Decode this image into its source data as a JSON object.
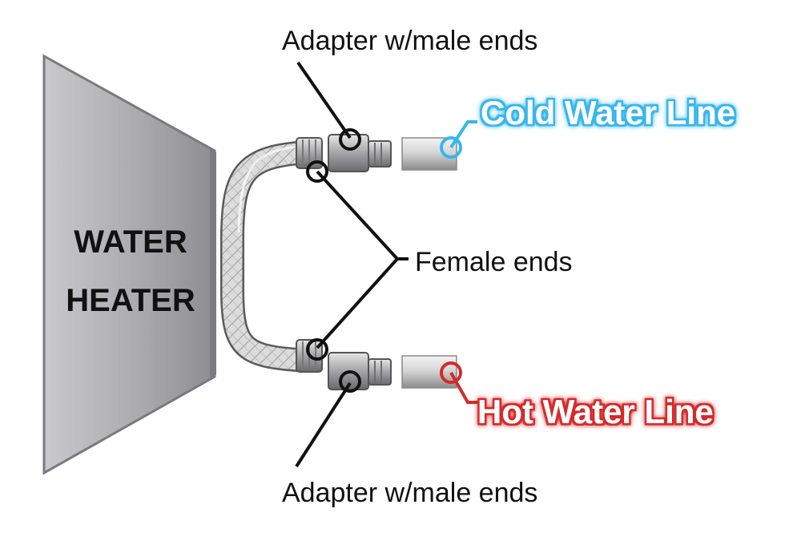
{
  "heater": {
    "line1": "WATER",
    "line2": "HEATER"
  },
  "labels": {
    "adapter_top": "Adapter w/male ends",
    "adapter_bottom": "Adapter w/male ends",
    "female_ends": "Female ends",
    "cold_line": "Cold Water Line",
    "hot_line": "Hot Water Line"
  },
  "colors": {
    "cold": "#35b7ee",
    "hot": "#d42a2a",
    "heater_fill": "#a9a9ad",
    "heater_edge": "#6e6e72"
  }
}
